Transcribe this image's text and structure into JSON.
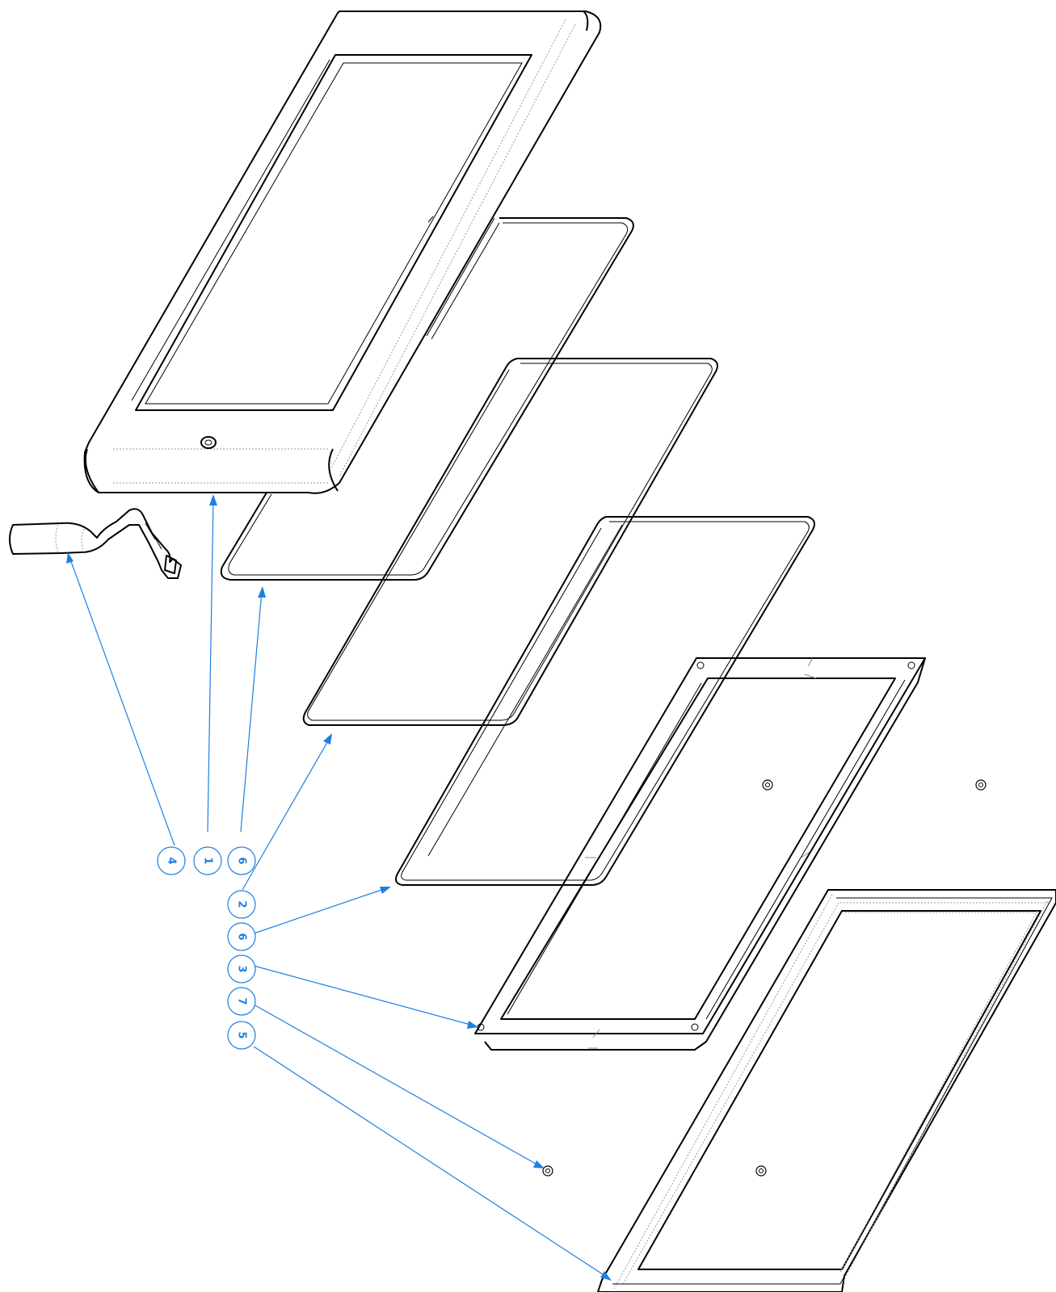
{
  "balloons": [
    "4",
    "1",
    "6",
    "2",
    "6",
    "3",
    "7",
    "5"
  ],
  "colors": {
    "leader": "#1e7fe0",
    "line": "#000000",
    "hidden": "#888888"
  }
}
